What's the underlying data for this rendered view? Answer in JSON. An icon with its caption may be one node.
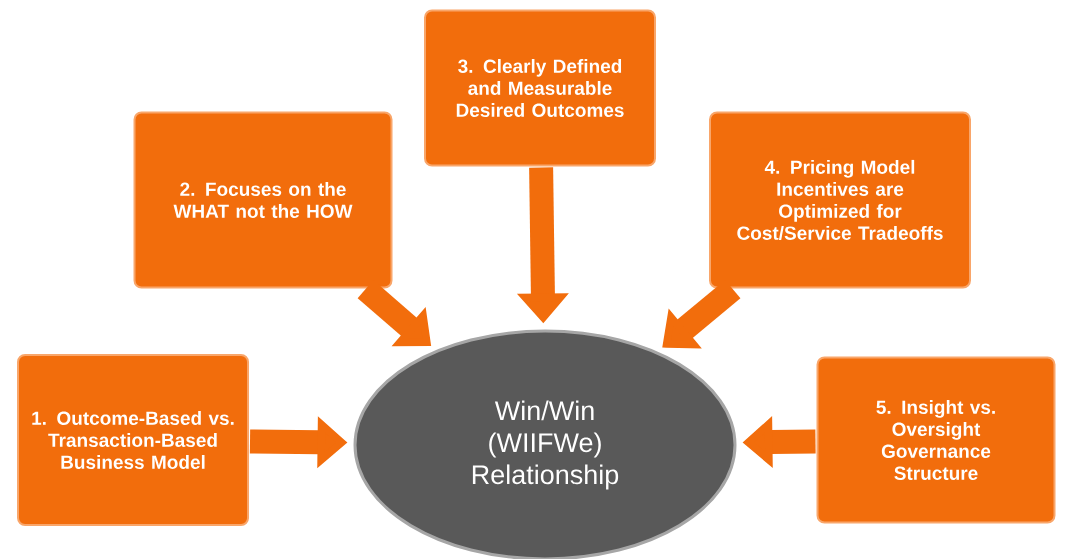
{
  "diagram": {
    "nodes": [
      {
        "text": [
          "1. Outcome-Based vs. Transaction-Based Business Model"
        ]
      },
      {
        "text": [
          "2. Focuses on the WHAT not the HOW"
        ]
      },
      {
        "text": [
          "3. Clearly Defined and Measurable Desired Outcomes"
        ]
      },
      {
        "text": [
          "4. Pricing Model Incentives are Optimized for Cost/Service Tradeoffs"
        ]
      },
      {
        "text": [
          "5. Insight vs. Oversight Governance Structure"
        ]
      },
      {
        "text": [
          "Win/Win (WIIFWe) Relationship"
        ]
      }
    ],
    "edges": [
      {
        "from": 0,
        "to": 5,
        "arrow": "to"
      },
      {
        "from": 1,
        "to": 5,
        "arrow": "to"
      },
      {
        "from": 2,
        "to": 5,
        "arrow": "to"
      },
      {
        "from": 3,
        "to": 5,
        "arrow": "to"
      },
      {
        "from": 4,
        "to": 5,
        "arrow": "to"
      }
    ]
  }
}
